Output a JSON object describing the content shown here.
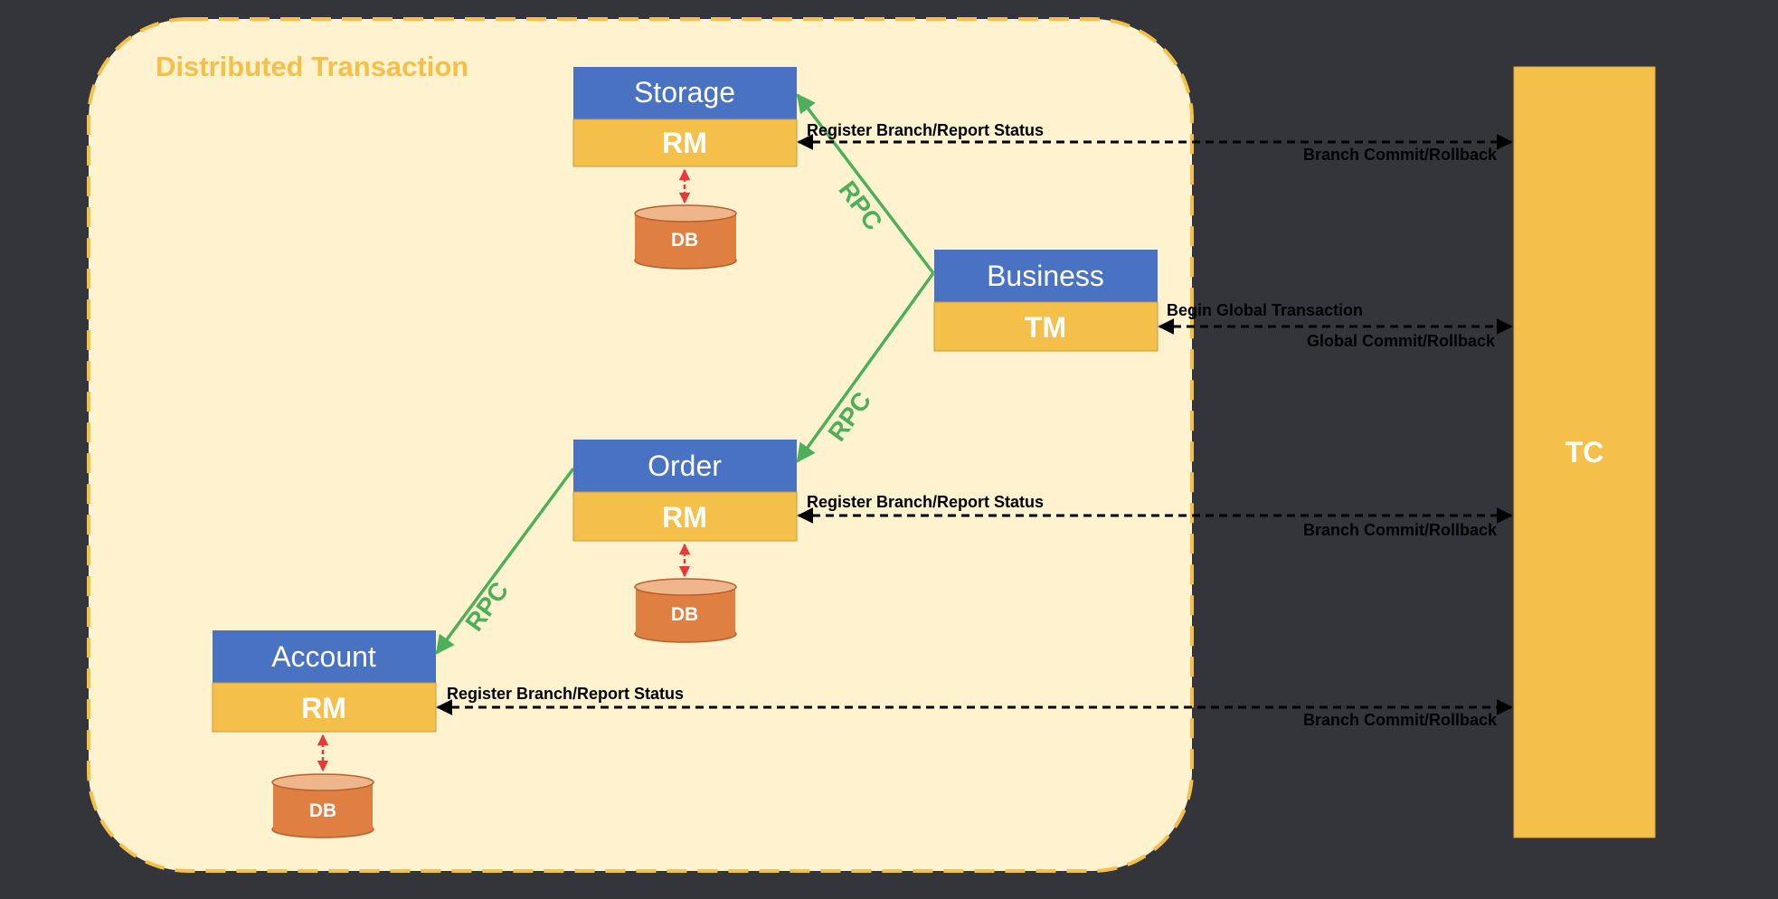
{
  "container": {
    "title": "Distributed Transaction"
  },
  "services": {
    "storage": {
      "name": "Storage",
      "role": "RM",
      "db": "DB"
    },
    "business": {
      "name": "Business",
      "role": "TM"
    },
    "order": {
      "name": "Order",
      "role": "RM",
      "db": "DB"
    },
    "account": {
      "name": "Account",
      "role": "RM",
      "db": "DB"
    }
  },
  "tc": {
    "label": "TC"
  },
  "rpc_label": "RPC",
  "messages": {
    "register": "Register Branch/Report Status",
    "branch_commit": "Branch Commit/Rollback",
    "begin_global": "Begin Global Transaction",
    "global_commit": "Global Commit/Rollback"
  },
  "colors": {
    "background": "#33353a",
    "container_fill": "#fff2cf",
    "container_border": "#f4c04a",
    "title": "#f4c04a",
    "service_header": "#4a72c2",
    "role_fill": "#f4c04a",
    "db_fill": "#df7f42",
    "rpc": "#4cb05a",
    "db_link": "#e63a3a",
    "message": "#000000"
  }
}
